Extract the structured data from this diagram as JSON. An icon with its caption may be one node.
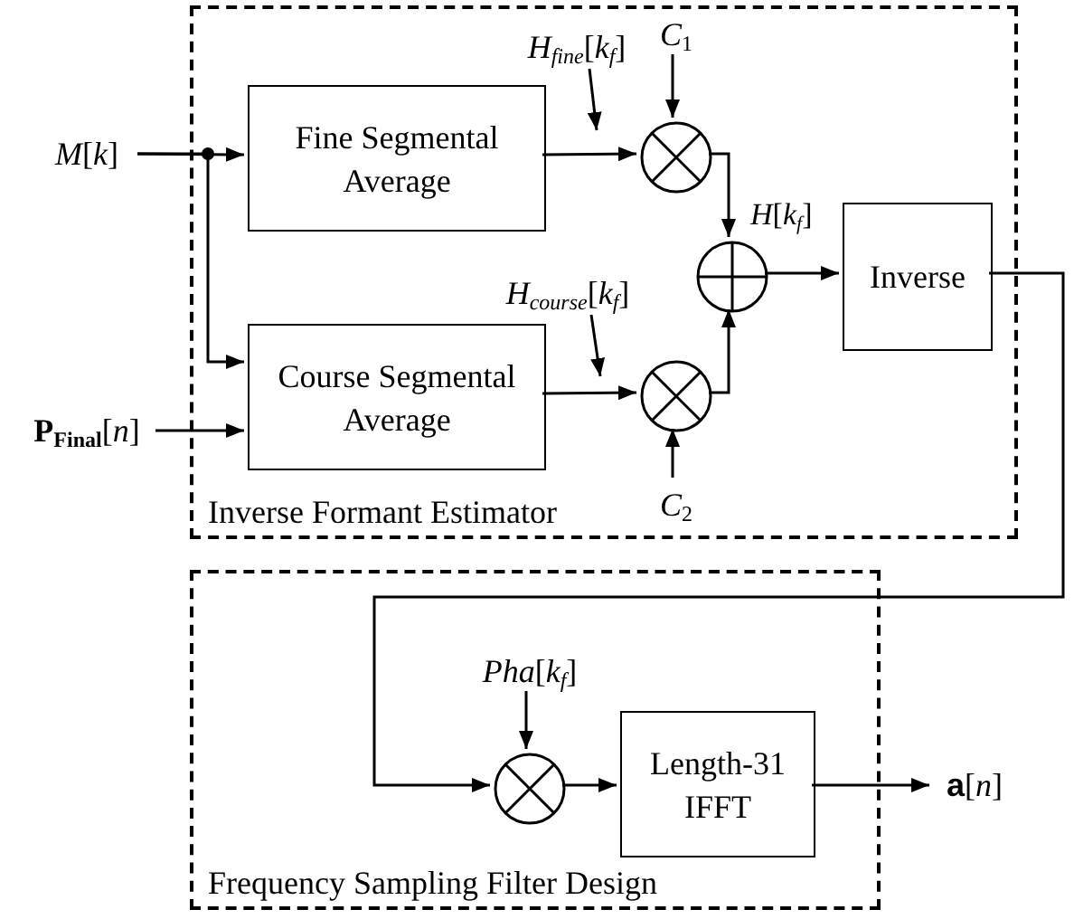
{
  "diagram": {
    "nodes": [
      {
        "text": [
          "Inverse Formant Estimator"
        ]
      },
      {
        "text": [
          "*M*[*k*]"
        ]
      },
      {
        "text": [
          "Fine Segmental Average"
        ],
        "in": 0
      },
      {
        "text": [
          "Course Segmental Average"
        ],
        "in": 0
      },
      {
        "text": [
          "**P**$_{Final}$[*n*]"
        ]
      },
      {
        "text": [],
        "shape": "circle",
        "in": 0
      },
      {
        "text": [],
        "shape": "circle",
        "in": 0
      },
      {
        "text": [],
        "shape": "circle",
        "in": 0
      },
      {
        "text": [
          "*C*$_{1}$"
        ],
        "in": 0
      },
      {
        "text": [
          "*C*$_{2}$"
        ],
        "in": 0
      },
      {
        "text": [
          "Inverse"
        ],
        "in": 0
      },
      {
        "text": [
          "Frequency Sampling Filter Design"
        ]
      },
      {
        "text": [
          "*Pha*[*k*$_{f}$]"
        ],
        "in": 11
      },
      {
        "text": [],
        "shape": "circle",
        "in": 11
      },
      {
        "text": [
          "Length-31 IFFT"
        ],
        "in": 11
      },
      {
        "text": [
          "**a**[*n*]"
        ]
      },
      {
        "text": [
          "*H*$_{fine}$[*k*$_{f}$]"
        ],
        "in": 0
      },
      {
        "text": [
          "*H*$_{course}$[*k*$_{f}$]"
        ],
        "in": 0
      }
    ],
    "edges": [
      {
        "from": 1,
        "to": 2,
        "arrow": "to"
      },
      {
        "from": 1,
        "to": 3,
        "arrow": "to"
      },
      {
        "from": 4,
        "to": 3,
        "arrow": "to"
      },
      {
        "from": 2,
        "to": 5,
        "arrow": "to"
      },
      {
        "from": 3,
        "to": 7,
        "arrow": "to"
      },
      {
        "from": 8,
        "to": 5,
        "arrow": "to"
      },
      {
        "from": 9,
        "to": 7,
        "arrow": "to"
      },
      {
        "from": 5,
        "to": 6,
        "arrow": "to"
      },
      {
        "from": 7,
        "to": 6,
        "arrow": "to"
      },
      {
        "from": 6,
        "to": 10,
        "arrow": "to",
        "label": "*H*[*k*$_{f}$]"
      },
      {
        "from": 10,
        "to": 13,
        "arrow": "to"
      },
      {
        "from": 12,
        "to": 13,
        "arrow": "to"
      },
      {
        "from": 13,
        "to": 14,
        "arrow": "to"
      },
      {
        "from": 14,
        "to": 15,
        "arrow": "to"
      },
      {
        "from": 16,
        "to": null,
        "arrow": "to"
      },
      {
        "from": 17,
        "to": null,
        "arrow": "to"
      }
    ]
  }
}
